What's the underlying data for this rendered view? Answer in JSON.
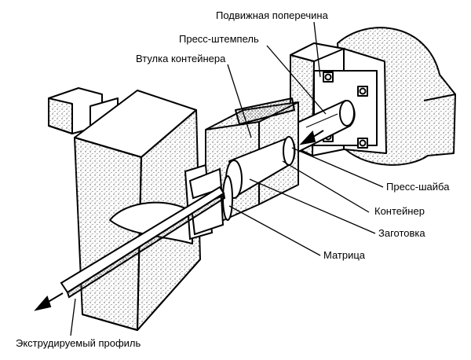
{
  "labels": {
    "moving_crosshead": "Подвижная поперечина",
    "press_stem": "Пресс-штемпель",
    "container_liner": "Втулка контейнера",
    "dummy_block": "Пресс-шайба",
    "container": "Контейнер",
    "billet": "Заготовка",
    "die": "Матрица",
    "extruded_profile": "Экструдируемый профиль"
  }
}
